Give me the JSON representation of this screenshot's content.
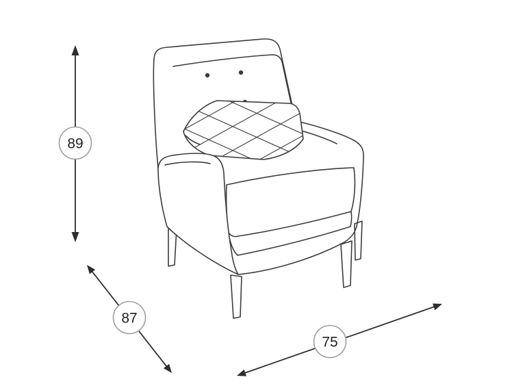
{
  "diagram": {
    "subject": "armchair-dimension-line-drawing",
    "dimensions": {
      "height": {
        "value": "89"
      },
      "depth": {
        "value": "87"
      },
      "width": {
        "value": "75"
      }
    },
    "icons": {
      "height_arrow": "double-headed-vertical-arrow",
      "depth_arrow": "double-headed-diagonal-arrow",
      "width_arrow": "double-headed-diagonal-arrow"
    }
  },
  "colors": {
    "background": "#ffffff",
    "line": "#3c3c3c",
    "dimension_line": "#2e2e2e",
    "circle_stroke": "#9e9e9e",
    "label_text": "#1f1f1f",
    "fill_white": "#ffffff"
  }
}
